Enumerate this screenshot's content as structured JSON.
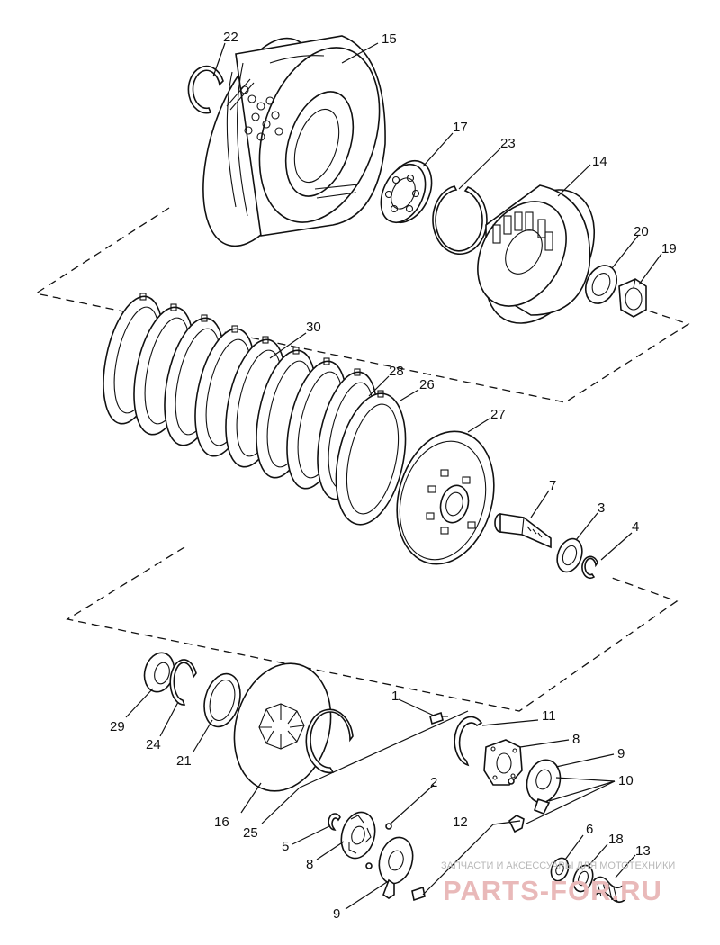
{
  "callouts": {
    "c1": "1",
    "c2": "2",
    "c3": "3",
    "c4": "4",
    "c5": "5",
    "c6": "6",
    "c7": "7",
    "c8a": "8",
    "c8b": "8",
    "c9a": "9",
    "c9b": "9",
    "c10": "10",
    "c11": "11",
    "c12": "12",
    "c13": "13",
    "c14": "14",
    "c15": "15",
    "c16": "16",
    "c17": "17",
    "c18": "18",
    "c19": "19",
    "c20": "20",
    "c21": "21",
    "c22": "22",
    "c23": "23",
    "c24": "24",
    "c25": "25",
    "c26": "26",
    "c27": "27",
    "c28": "28",
    "c29": "29",
    "c30": "30"
  },
  "watermark": {
    "caption": "ЗАПЧАСТИ И АКСЕССУАРЫ ДЛЯ МОТОТЕХНИКИ",
    "logo": "PARTS-FOR.RU"
  },
  "colors": {
    "line": "#111111",
    "background": "#ffffff",
    "watermark": "#e9b9b9"
  }
}
